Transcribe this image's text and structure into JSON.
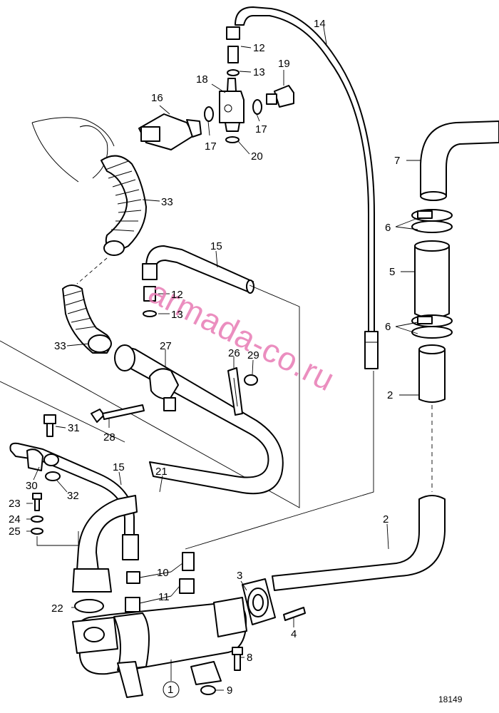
{
  "callouts": {
    "c1": "1",
    "c2a": "2",
    "c2b": "2",
    "c3": "3",
    "c4": "4",
    "c5": "5",
    "c6a": "6",
    "c6b": "6",
    "c7": "7",
    "c8": "8",
    "c9": "9",
    "c10": "10",
    "c11": "11",
    "c12a": "12",
    "c12b": "12",
    "c13a": "13",
    "c13b": "13",
    "c14": "14",
    "c15a": "15",
    "c15b": "15",
    "c16": "16",
    "c17a": "17",
    "c17b": "17",
    "c18": "18",
    "c19": "19",
    "c20": "20",
    "c21": "21",
    "c22": "22",
    "c23": "23",
    "c24": "24",
    "c25": "25",
    "c26": "26",
    "c27": "27",
    "c28": "28",
    "c29": "29",
    "c30": "30",
    "c31": "31",
    "c32": "32",
    "c33a": "33",
    "c33b": "33"
  },
  "figure_number": "18149",
  "watermark": "armada-co.ru",
  "colors": {
    "watermark": "#e87bb5",
    "line": "#000000"
  }
}
